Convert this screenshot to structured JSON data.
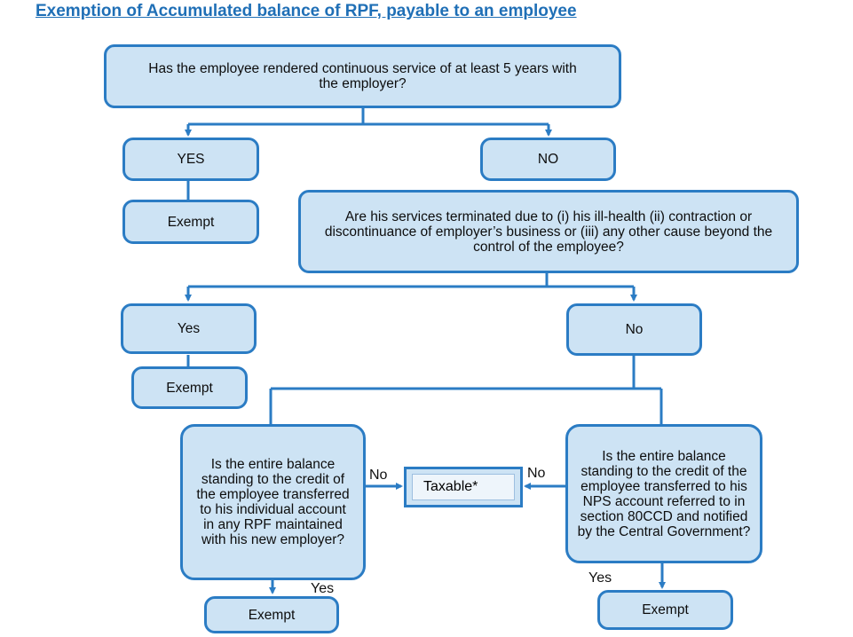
{
  "title": "Exemption of Accumulated balance of RPF, payable to an employee",
  "q1": "Has the employee rendered continuous service of at least 5 years with the employer?",
  "yes1": "YES",
  "no1": "NO",
  "exempt1": "Exempt",
  "q2": "Are his services terminated due to (i) his ill-health (ii) contraction or discontinuance of employer’s business or (iii) any other cause beyond the control of the employee?",
  "yes2": "Yes",
  "no2": "No",
  "exempt2": "Exempt",
  "q3": "Is the entire balance standing to the credit of the employee transferred to his individual account in any RPF maintained with his new employer?",
  "q4": "Is the entire balance standing to the credit of the employee transferred to his NPS account referred to in section 80CCD and notified by the Central Government?",
  "taxable": "Taxable*",
  "edge_no_left": "No",
  "edge_no_right": "No",
  "edge_yes_left": "Yes",
  "edge_yes_right": "Yes",
  "exempt3": "Exempt",
  "exempt4": "Exempt",
  "colors": {
    "fill": "#cde3f4",
    "border": "#2b7cc4",
    "title": "#1f6fb6"
  }
}
